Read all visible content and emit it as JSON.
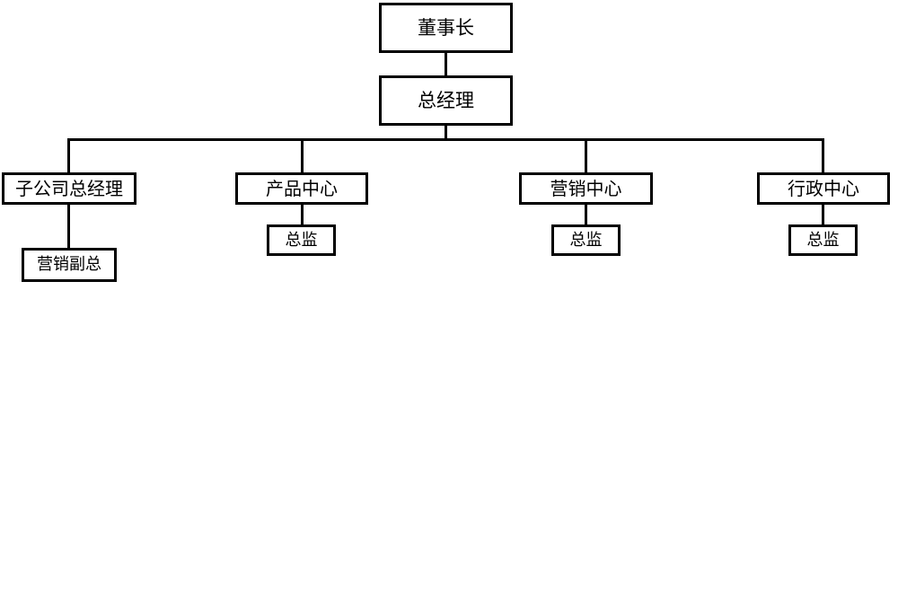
{
  "org_chart": {
    "root": {
      "label": "董事长"
    },
    "ceo": {
      "label": "总经理"
    },
    "departments": [
      {
        "label": "子公司总经理",
        "child": "营销副总"
      },
      {
        "label": "产品中心",
        "child": "总监"
      },
      {
        "label": "营销中心",
        "child": "总监"
      },
      {
        "label": "行政中心",
        "child": "总监"
      }
    ]
  },
  "colors": {
    "line": "#000000",
    "box_border": "#000000",
    "box_fill": "#ffffff",
    "text": "#000000"
  }
}
